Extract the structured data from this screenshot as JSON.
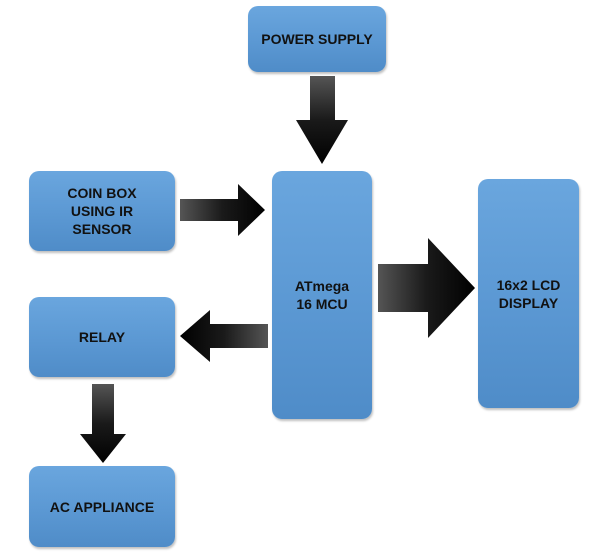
{
  "blocks": {
    "power_supply": "POWER SUPPLY",
    "coin_box": "COIN BOX\nUSING IR\nSENSOR",
    "relay": "RELAY",
    "ac_appliance": "AC APPLIANCE",
    "mcu": "ATmega\n16 MCU",
    "lcd": "16x2 LCD\nDISPLAY"
  },
  "colors": {
    "block_fill": "#5b98d3",
    "arrow": "#000000",
    "text": "#111111"
  }
}
